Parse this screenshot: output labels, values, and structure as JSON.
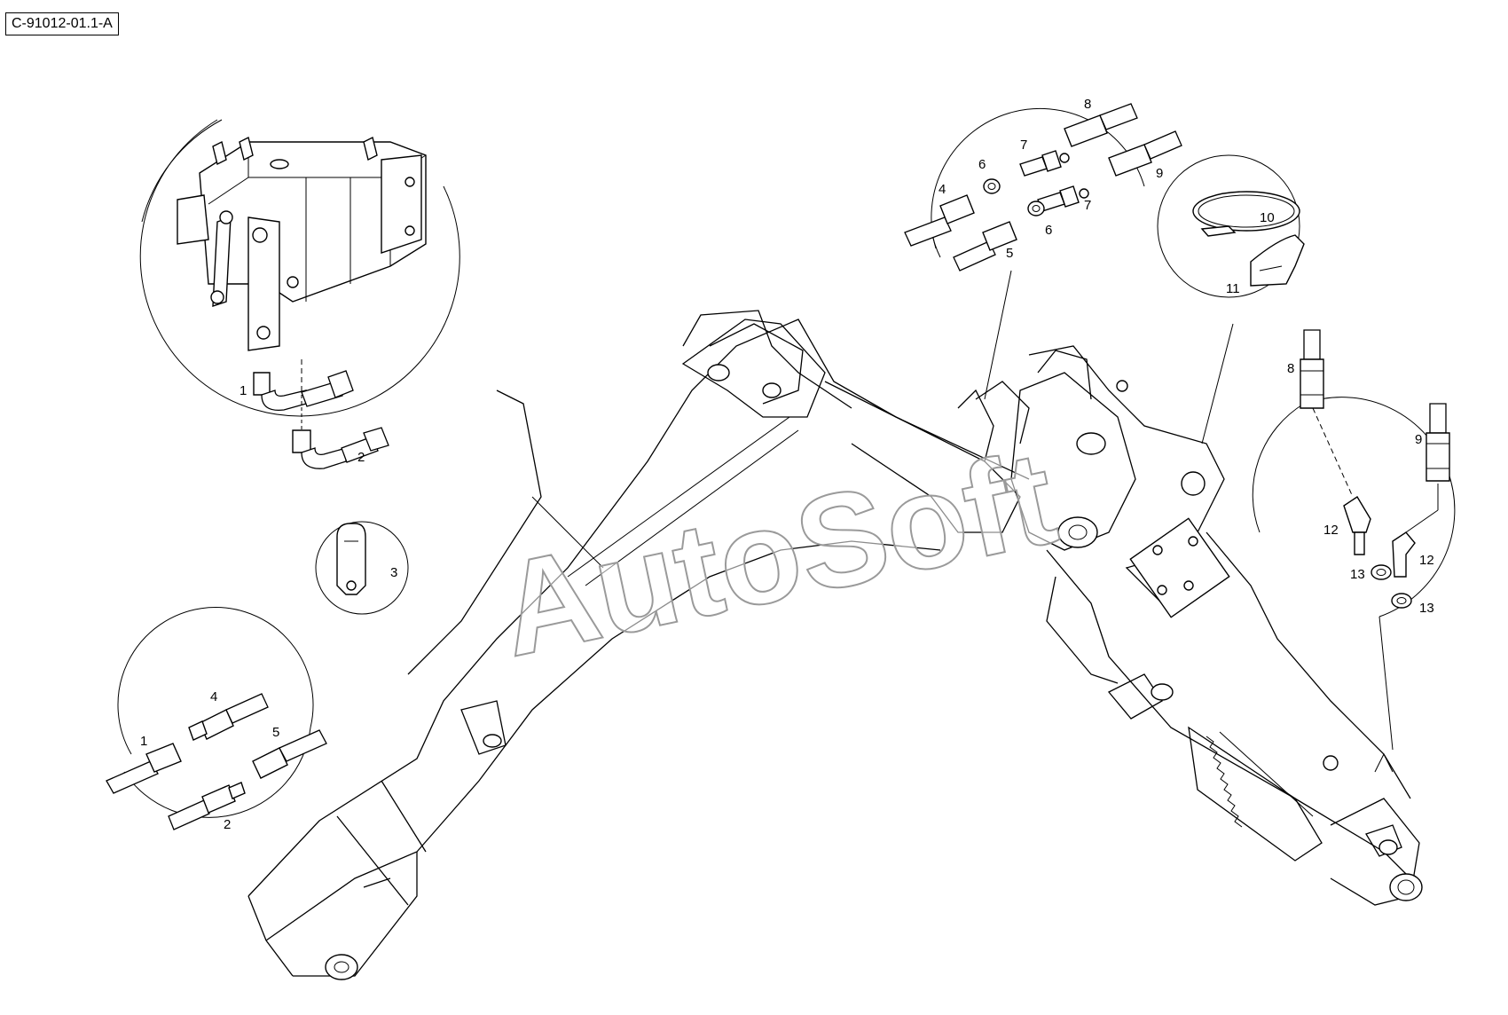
{
  "drawing_ref": "C-91012-01.1-A",
  "watermark": "AutoSoft",
  "callouts": {
    "detail_a": [
      "1",
      "2"
    ],
    "detail_clip": [
      "3"
    ],
    "detail_b": [
      "1",
      "4",
      "5",
      "2"
    ],
    "detail_c": [
      "8",
      "7",
      "6",
      "4",
      "9",
      "7",
      "6",
      "5"
    ],
    "detail_d": [
      "10",
      "11"
    ],
    "detail_e": [
      "8",
      "9",
      "12",
      "12",
      "13",
      "13"
    ]
  }
}
